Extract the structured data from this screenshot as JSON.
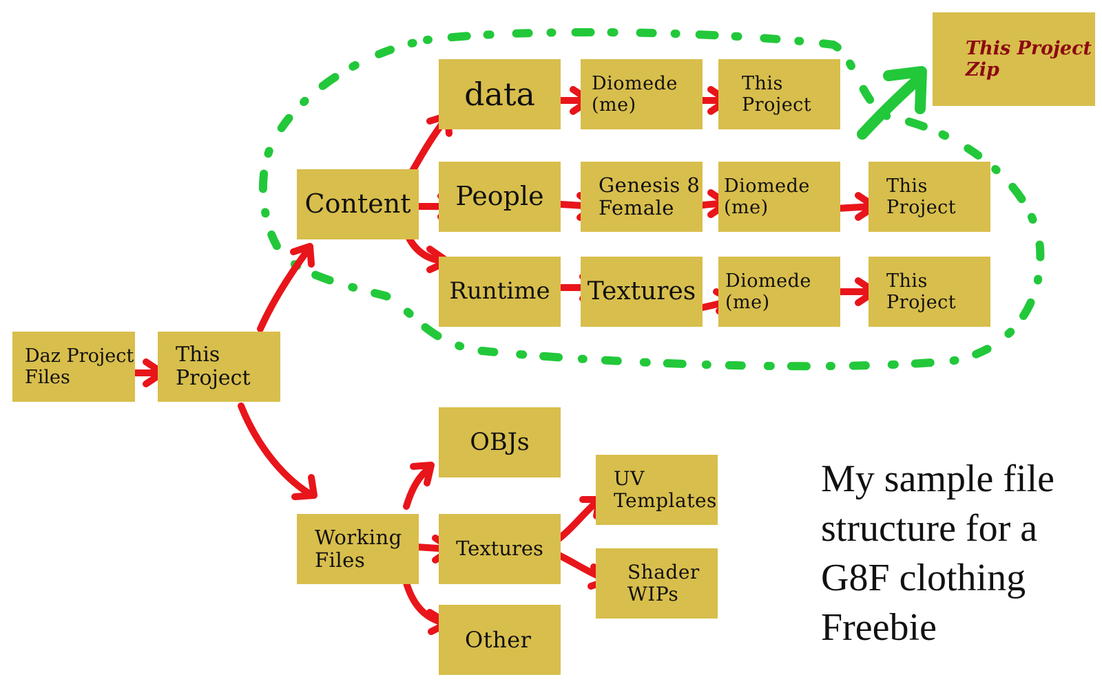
{
  "nodes": {
    "daz_project_files": [
      "Daz Project",
      "Files"
    ],
    "this_project_root": [
      "This",
      "Project"
    ],
    "content": [
      "Content"
    ],
    "data": [
      "data"
    ],
    "data_diomede": [
      "Diomede",
      "(me)"
    ],
    "data_this_project": [
      "This",
      "Project"
    ],
    "people": [
      "People"
    ],
    "genesis_8_female": [
      "Genesis 8",
      "Female"
    ],
    "people_diomede": [
      "Diomede",
      "(me)"
    ],
    "people_this_project": [
      "This",
      "Project"
    ],
    "runtime": [
      "Runtime"
    ],
    "runtime_textures": [
      "Textures"
    ],
    "runtime_diomede": [
      "Diomede",
      "(me)"
    ],
    "runtime_this_project": [
      "This",
      "Project"
    ],
    "this_project_zip": [
      "This Project",
      "Zip"
    ],
    "working_files": [
      "Working",
      "Files"
    ],
    "objs": [
      "OBJs"
    ],
    "working_textures": [
      "Textures"
    ],
    "uv_templates": [
      "UV",
      "Templates"
    ],
    "shader_wips": [
      "Shader",
      "WIPs"
    ],
    "other": [
      "Other"
    ]
  },
  "caption": [
    "My sample file",
    "structure for a",
    "G8F clothing",
    "Freebie"
  ],
  "colors": {
    "box": "#d8be4c",
    "arrow": "#e8151b",
    "group_outline": "#22c83a",
    "zip_text": "#8b0a12"
  }
}
